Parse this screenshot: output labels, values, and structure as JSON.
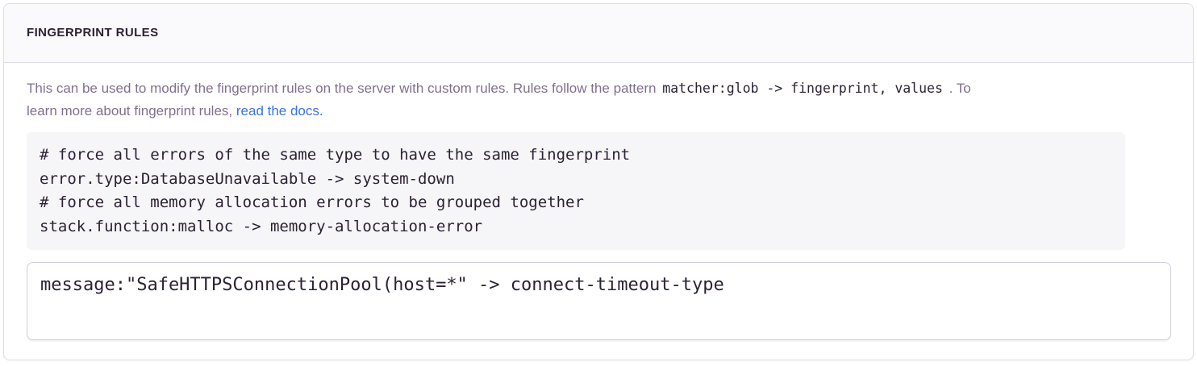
{
  "colors": {
    "card_border": "#e0dce5",
    "header_background": "#faf9fb",
    "title_text": "#2b2233",
    "body_text": "#80708f",
    "code_text": "#2b2233",
    "link": "#3c74dd",
    "example_background": "#f6f5f8",
    "input_border": "#d2cbdb"
  },
  "panel": {
    "title": "FINGERPRINT RULES",
    "description": {
      "intro": "This can be used to modify the fingerprint rules on the server with custom rules. Rules follow the pattern",
      "pattern_code": "matcher:glob -> fingerprint, values",
      "after_pattern": ". To",
      "line2": "learn more about fingerprint rules,",
      "docs_link_label": "read the docs."
    },
    "example_code": "# force all errors of the same type to have the same fingerprint\nerror.type:DatabaseUnavailable -> system-down\n# force all memory allocation errors to be grouped together\nstack.function:malloc -> memory-allocation-error",
    "rules_input": {
      "value": "message:\"SafeHTTPSConnectionPool(host=*\" -> connect-timeout-type"
    }
  }
}
